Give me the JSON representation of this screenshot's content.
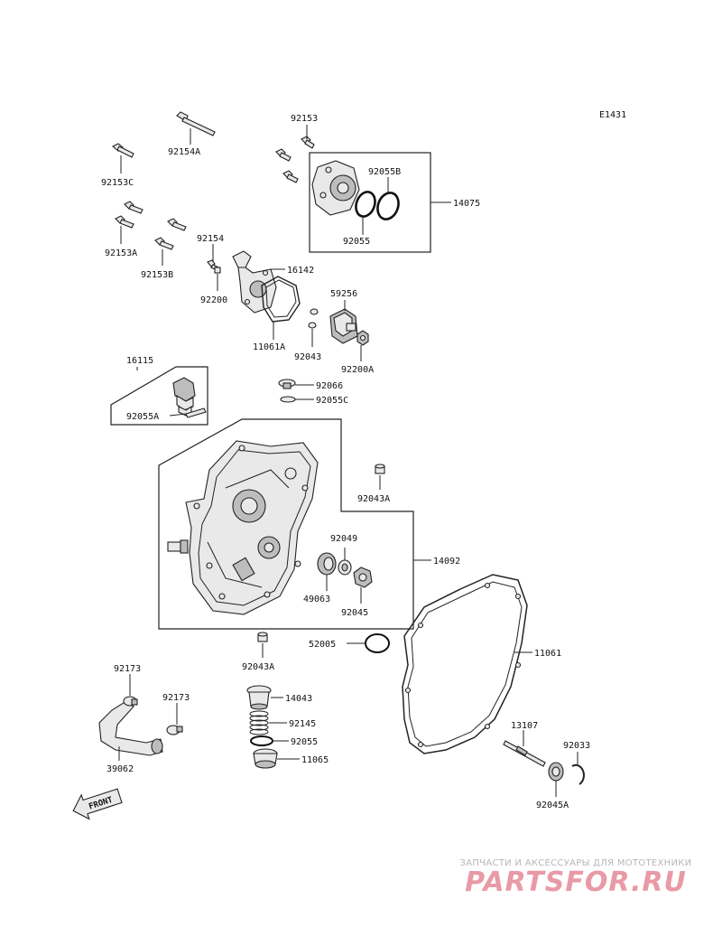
{
  "diagram_code": "E1431",
  "labels": {
    "p92153": "92153",
    "p92154A": "92154A",
    "p92153C": "92153C",
    "p92055B": "92055B",
    "p14075": "14075",
    "p92055_top": "92055",
    "p92153A": "92153A",
    "p92154": "92154",
    "p16142": "16142",
    "p92153B": "92153B",
    "p92200": "92200",
    "p59256": "59256",
    "p11061A": "11061A",
    "p92043": "92043",
    "p92200A": "92200A",
    "p16115": "16115",
    "p92066": "92066",
    "p92055C": "92055C",
    "p92055A": "92055A",
    "p92043A_upper": "92043A",
    "p92049": "92049",
    "p14092": "14092",
    "p49063": "49063",
    "p92045": "92045",
    "p52005": "52005",
    "p11061": "11061",
    "p92043A_lower": "92043A",
    "p92173_left": "92173",
    "p92173_right": "92173",
    "p14043": "14043",
    "p92145": "92145",
    "p92055_bottom": "92055",
    "p11065": "11065",
    "p39062": "39062",
    "p13107": "13107",
    "p92033": "92033",
    "p92045A": "92045A"
  },
  "front_label": "FRONT",
  "watermark": {
    "caption": "ЗАПЧАСТИ И АКСЕССУАРЫ ДЛЯ МОТОТЕХНИКИ",
    "logo": "PARTSFOR.RU"
  },
  "colors": {
    "line": "#222222",
    "watermark_text": "#b7b7b7",
    "watermark_logo": "#e89aa6"
  }
}
